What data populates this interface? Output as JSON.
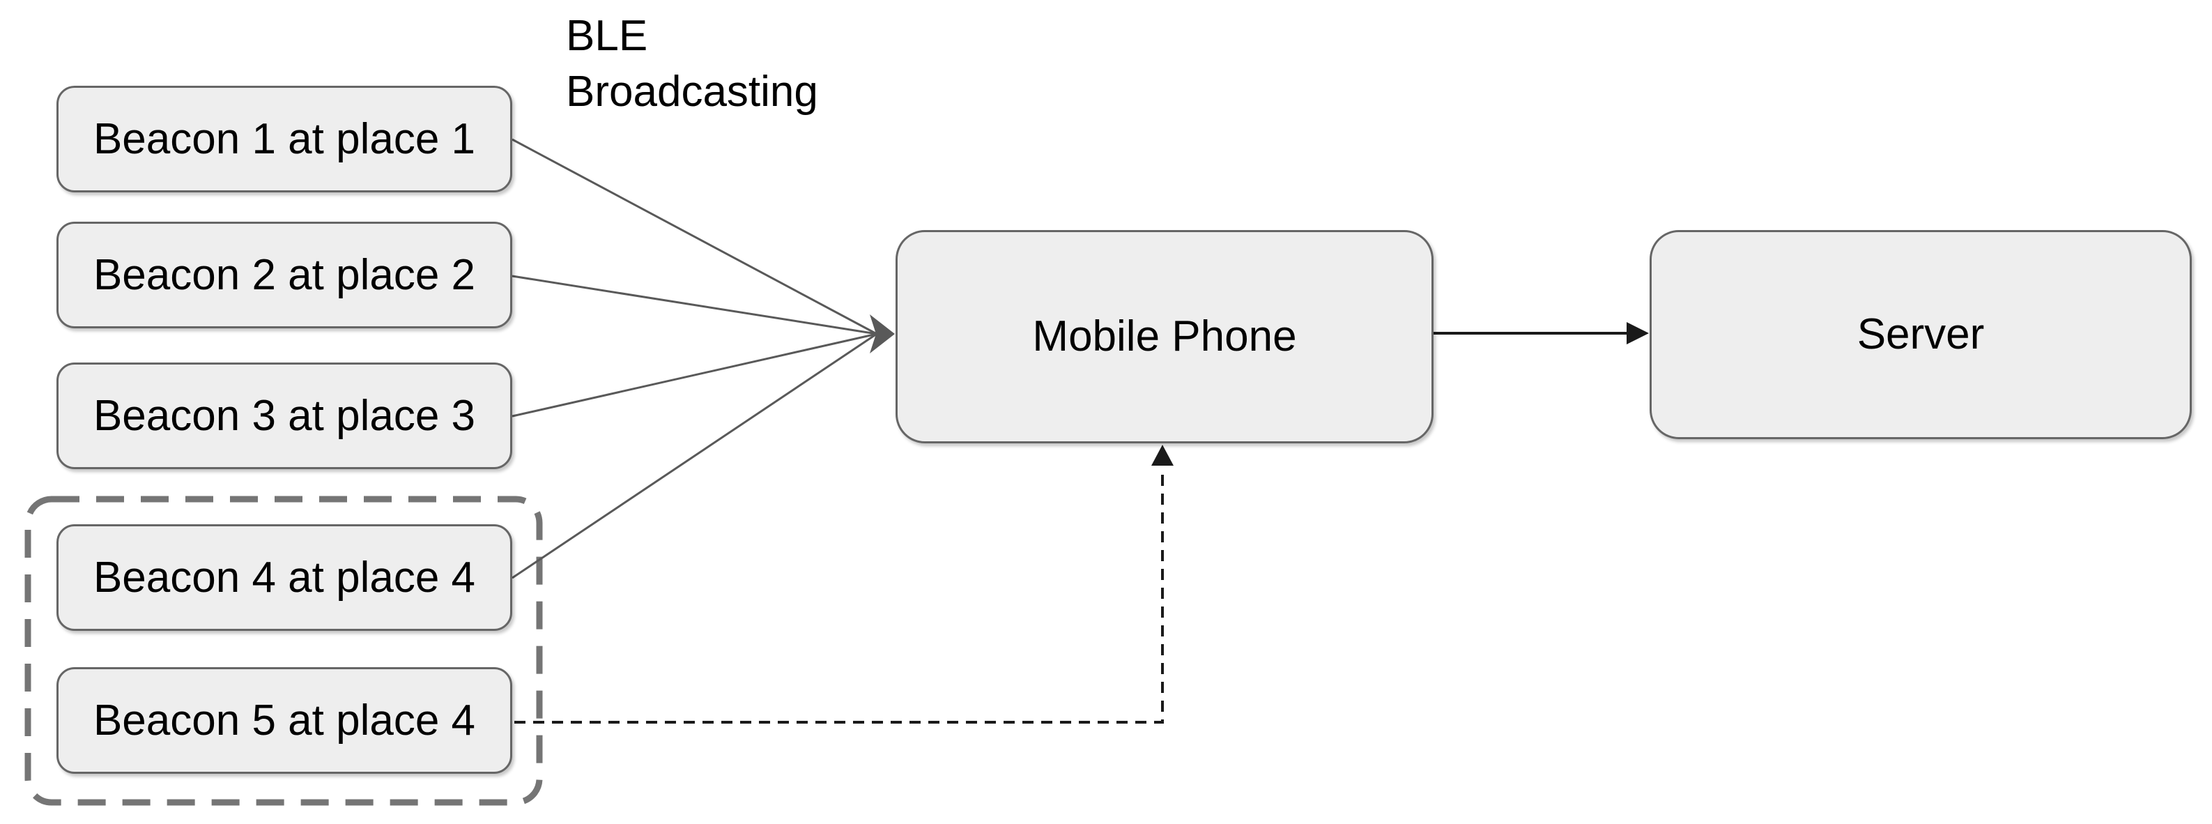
{
  "diagram": {
    "annotation": {
      "line1": "BLE",
      "line2": "Broadcasting"
    },
    "beacons": [
      {
        "label": "Beacon 1 at place 1"
      },
      {
        "label": "Beacon 2 at place 2"
      },
      {
        "label": "Beacon 3 at place 3"
      },
      {
        "label": "Beacon 4 at place 4"
      },
      {
        "label": "Beacon 5 at place 4"
      }
    ],
    "nodes": {
      "mobile": {
        "label": "Mobile Phone"
      },
      "server": {
        "label": "Server"
      }
    },
    "groups": {
      "place4_group": {
        "contains": [
          "Beacon 4 at place 4",
          "Beacon 5 at place 4"
        ]
      }
    },
    "edges": [
      {
        "from": "Beacon 1 at place 1",
        "to": "Mobile Phone",
        "style": "solid-thin"
      },
      {
        "from": "Beacon 2 at place 2",
        "to": "Mobile Phone",
        "style": "solid-thin"
      },
      {
        "from": "Beacon 3 at place 3",
        "to": "Mobile Phone",
        "style": "solid-thin"
      },
      {
        "from": "Beacon 4 at place 4",
        "to": "Mobile Phone",
        "style": "solid-thin"
      },
      {
        "from": "Beacon 5 at place 4",
        "to": "Mobile Phone",
        "style": "dashed-arrow"
      },
      {
        "from": "Mobile Phone",
        "to": "Server",
        "style": "solid-arrow"
      }
    ]
  },
  "colors": {
    "bg": "#ffffff",
    "node_fill": "#eeeeee",
    "node_border": "#666666",
    "line": "#595959",
    "arrow": "#1a1a1a",
    "group_border": "#757575",
    "text": "#000000"
  }
}
